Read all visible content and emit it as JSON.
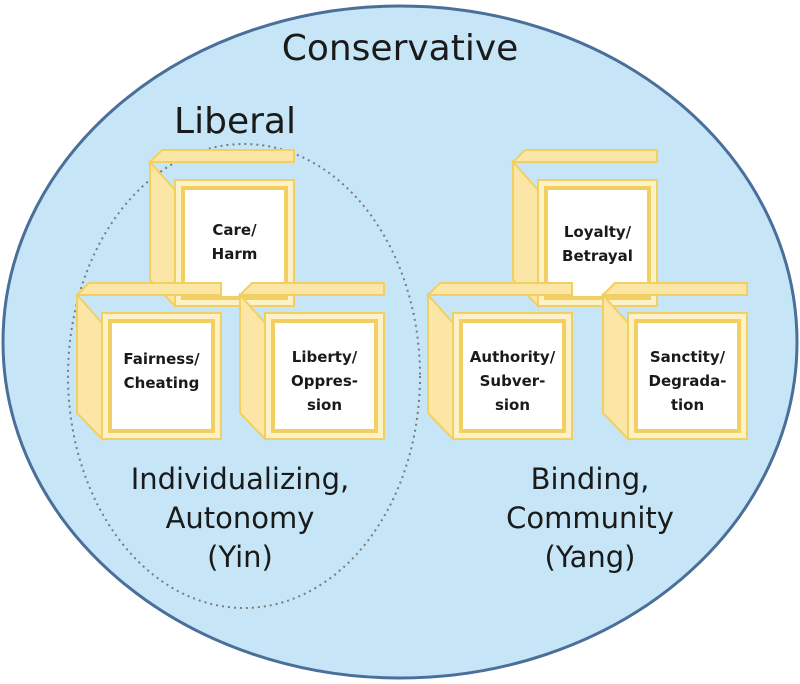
{
  "diagram": {
    "outer_label": "Conservative",
    "inner_label": "Liberal",
    "left_group": {
      "caption_lines": [
        "Individualizing,",
        "Autonomy",
        "(Yin)"
      ],
      "blocks": {
        "top": [
          "Care/",
          "Harm"
        ],
        "left": [
          "Fairness/",
          "Cheating"
        ],
        "right": [
          "Liberty/",
          "Oppres-",
          "sion"
        ]
      }
    },
    "right_group": {
      "caption_lines": [
        "Binding,",
        "Community",
        "(Yang)"
      ],
      "blocks": {
        "top": [
          "Loyalty/",
          "Betrayal"
        ],
        "left": [
          "Authority/",
          "Subver-",
          "sion"
        ],
        "right": [
          "Sanctity/",
          "Degrada-",
          "tion"
        ]
      }
    },
    "colors": {
      "outer_fill": "#c6e6f7",
      "outer_stroke": "#4a6f9a",
      "inner_dotted_stroke": "#7a7a7a",
      "block_face": "#fdf1c7",
      "block_border": "#f2cf62",
      "block_side": "#fbe6a6",
      "block_center": "#ffffff"
    }
  }
}
